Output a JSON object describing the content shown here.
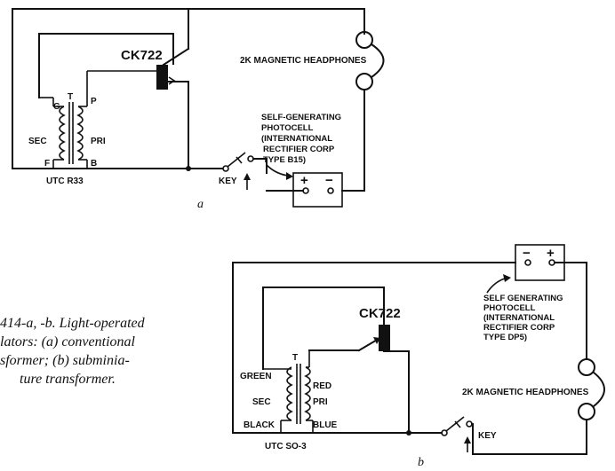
{
  "figure_a": {
    "tube": "CK722",
    "headphones": "2K MAGNETIC HEADPHONES",
    "photocell": [
      "SELF-GENERATING",
      "PHOTOCELL",
      "(INTERNATIONAL",
      "RECTIFIER CORP",
      "TYPE B15)"
    ],
    "plus": "+",
    "minus": "−",
    "key": "KEY",
    "sec": "SEC",
    "pri": "PRI",
    "g": "G",
    "t": "T",
    "p": "P",
    "f": "F",
    "b": "B",
    "transformer": "UTC R33",
    "label": "a"
  },
  "figure_b": {
    "tube": "CK722",
    "headphones": "2K MAGNETIC HEADPHONES",
    "photocell": [
      "SELF GENERATING",
      "PHOTOCELL",
      "(INTERNATIONAL",
      "RECTIFIER CORP",
      "TYPE DP5)"
    ],
    "plus": "+",
    "minus": "−",
    "key": "KEY",
    "green": "GREEN",
    "t": "T",
    "red": "RED",
    "sec": "SEC",
    "pri": "PRI",
    "black": "BLACK",
    "blue": "BLUE",
    "transformer": "UTC SO-3",
    "label": "b"
  },
  "caption": [
    "414-a, -b. Light-operated",
    "lators: (a) conventional",
    "sformer; (b) subminia-",
    "ture transformer."
  ]
}
